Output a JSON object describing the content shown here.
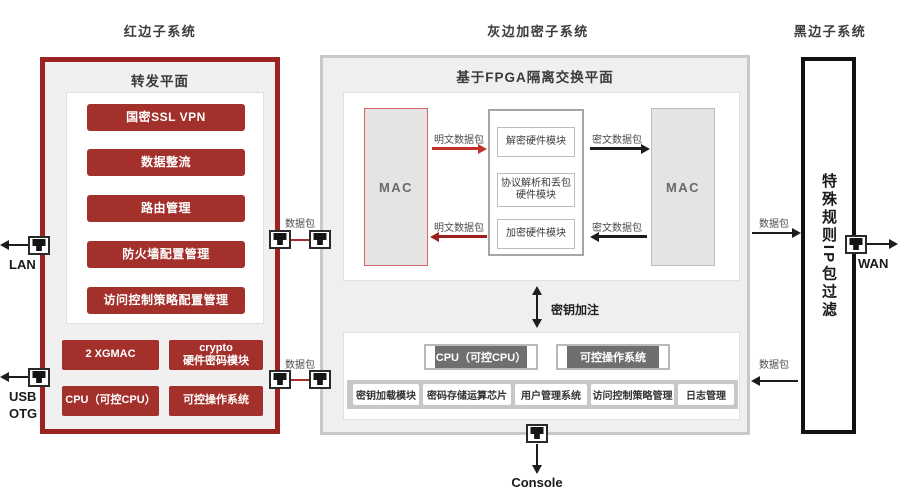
{
  "colors": {
    "red": "#9c2320",
    "red_button": "#a4302b",
    "chip_gray": "#6f6f6f",
    "black": "#121212",
    "gray_border": "#c9c9c9"
  },
  "red_subsystem": {
    "title": "红边子系统",
    "plane_title": "转发平面",
    "modules": [
      "国密SSL VPN",
      "数据整流",
      "路由管理",
      "防火墙配置管理",
      "访问控制策略配置管理"
    ],
    "hardware": [
      "2 XGMAC",
      "crypto\n硬件密码模块",
      "CPU（可控CPU）",
      "可控操作系统"
    ]
  },
  "gray_subsystem": {
    "title": "灰边加密子系统",
    "plane_title": "基于FPGA隔离交换平面",
    "mac_left": "MAC",
    "mac_right": "MAC",
    "crypto_modules": [
      "解密硬件模块",
      "协议解析和丢包\n硬件模块",
      "加密硬件模块"
    ],
    "plaintext_top": "明文数据包",
    "plaintext_bottom": "明文数据包",
    "ciphertext_top": "密文数据包",
    "ciphertext_bottom": "密文数据包",
    "key_injection": "密钥加注",
    "chips": [
      "CPU（可控CPU）",
      "可控操作系统"
    ],
    "mgmt_modules": [
      "密钥加载模块",
      "密码存储运算芯片",
      "用户管理系统",
      "访问控制策略管理",
      "日志管理"
    ]
  },
  "black_subsystem": {
    "title": "黑边子系统",
    "label": "特殊规则IP包过滤"
  },
  "ports": {
    "lan": "LAN",
    "usb_otg": "USB\nOTG",
    "wan": "WAN",
    "console": "Console"
  },
  "packets": {
    "red_top": "数据包",
    "red_bottom": "数据包",
    "black_top": "数据包",
    "black_bottom": "数据包"
  }
}
